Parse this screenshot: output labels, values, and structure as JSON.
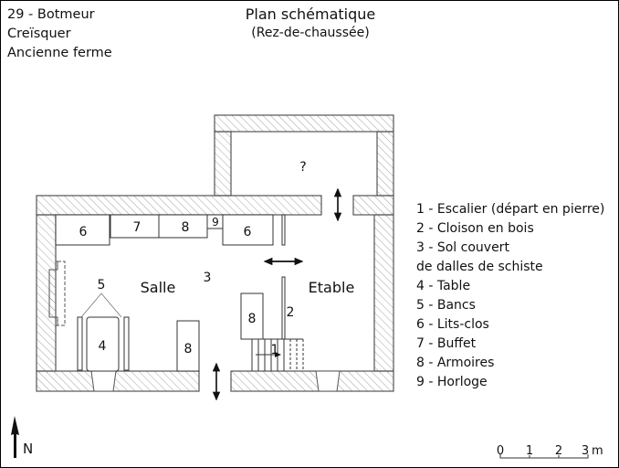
{
  "header": {
    "place_lines": [
      "29 - Botmeur",
      "Creïsquer",
      "Ancienne ferme"
    ],
    "title": "Plan schématique",
    "subtitle": "(Rez-de-chaussée)"
  },
  "rooms": {
    "salle": "Salle",
    "etable": "Etable",
    "unknown": "?"
  },
  "markers": {
    "m1": "1",
    "m2": "2",
    "m3": "3",
    "m4": "4",
    "m5": "5",
    "m6a": "6",
    "m6b": "6",
    "m7": "7",
    "m8a": "8",
    "m8b": "8",
    "m8c": "8",
    "m9": "9"
  },
  "legend": [
    "1 - Escalier (départ en pierre)",
    "2 - Cloison en bois",
    "3 - Sol couvert",
    "de dalles de schiste",
    "4 - Table",
    "5 - Bancs",
    "6 - Lits-clos",
    "7 - Buffet",
    "8 - Armoires",
    "9 - Horloge"
  ],
  "north": "N",
  "scale": {
    "ticks": [
      "0",
      "1",
      "2",
      "3"
    ],
    "unit": "m"
  }
}
